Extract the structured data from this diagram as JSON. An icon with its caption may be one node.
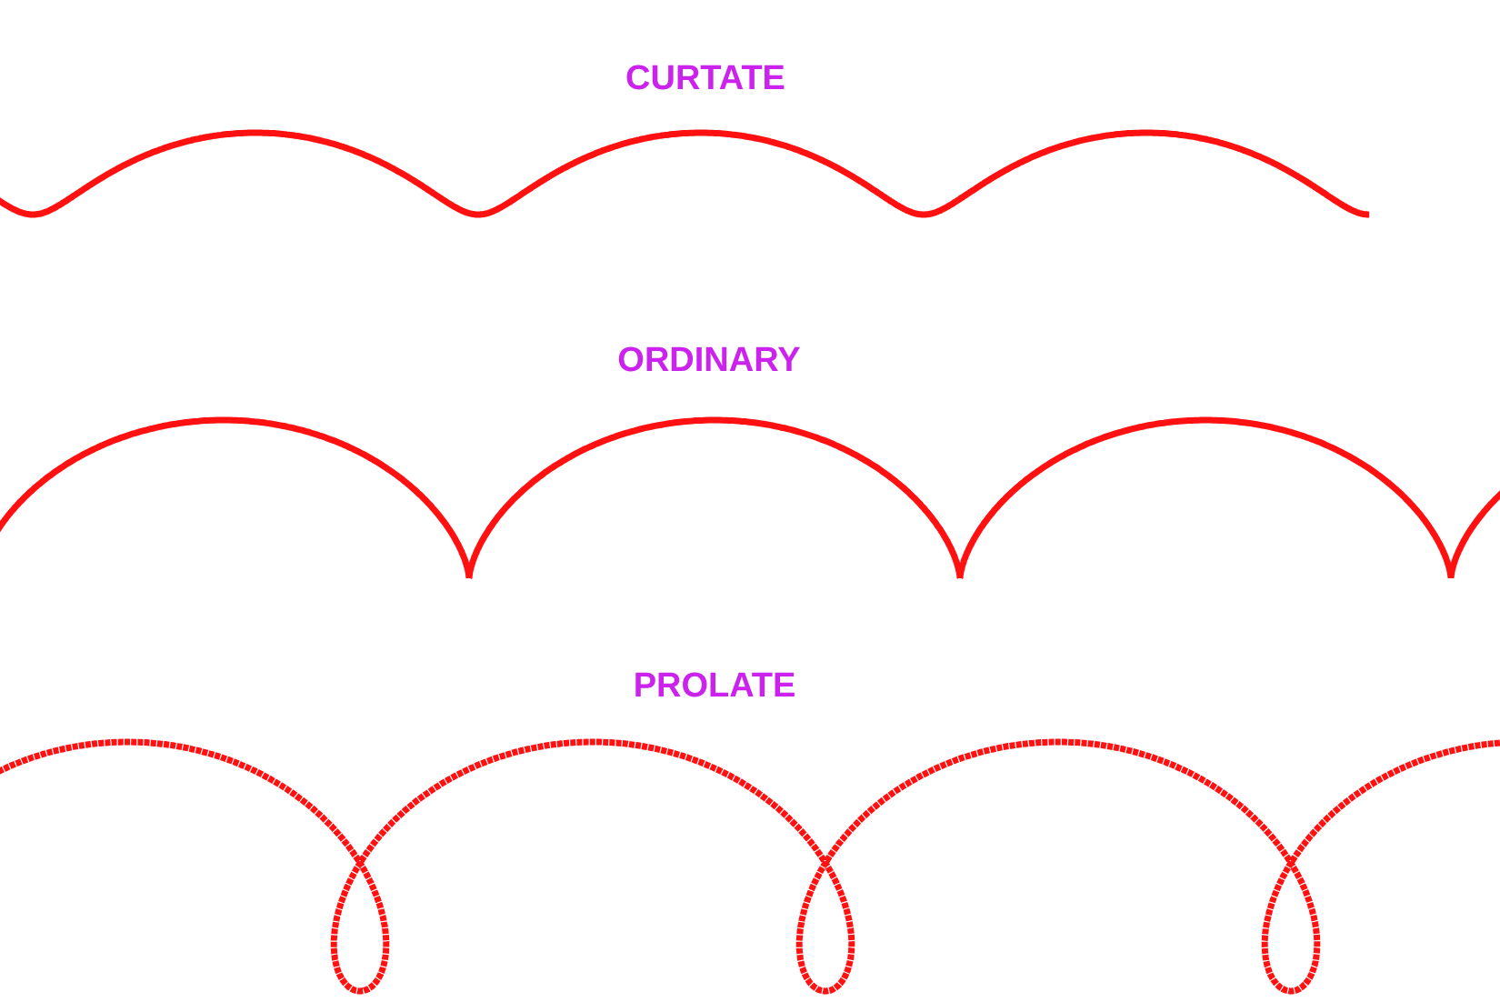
{
  "diagram": {
    "labels": [
      "CURTATE",
      "ORDINARY",
      "PROLATE"
    ]
  }
}
